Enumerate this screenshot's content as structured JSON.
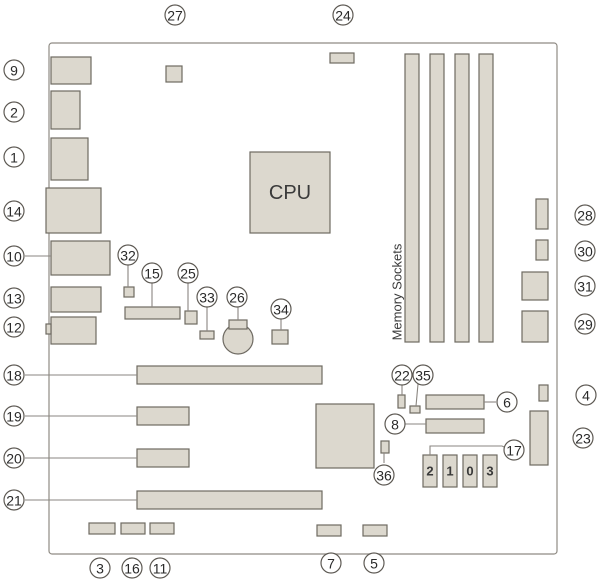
{
  "cpu_label": "CPU",
  "memory_label": "Memory Sockets",
  "sata_port_labels": [
    "2",
    "1",
    "0",
    "3"
  ],
  "callouts": [
    "1",
    "2",
    "3",
    "4",
    "5",
    "6",
    "7",
    "8",
    "9",
    "10",
    "11",
    "12",
    "13",
    "14",
    "15",
    "16",
    "17",
    "18",
    "19",
    "20",
    "21",
    "22",
    "23",
    "24",
    "25",
    "26",
    "27",
    "28",
    "29",
    "30",
    "31",
    "32",
    "33",
    "34",
    "35",
    "36"
  ]
}
